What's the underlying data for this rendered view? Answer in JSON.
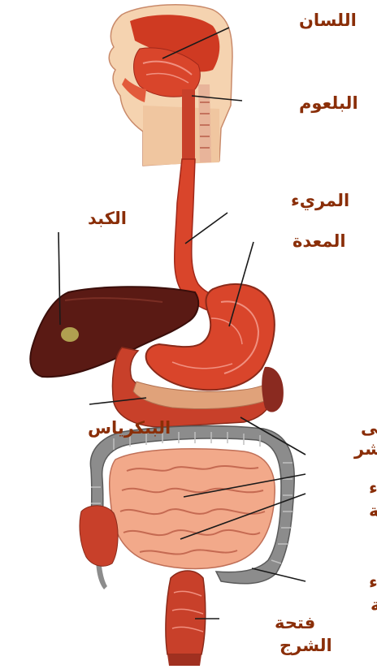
{
  "labels": {
    "tongue": "اللسان",
    "pharynx": "البلعوم",
    "esophagus": "المريء",
    "stomach": "المعدة",
    "liver": "الكبد",
    "pancreas": "البنكرياس",
    "duodenum_line1": "الإثنى",
    "duodenum_line2": "عشر",
    "small_intestine_line1": "الأمعاء",
    "small_intestine_line2": "الدقيقة",
    "large_intestine_line1": "الأمعاء",
    "large_intestine_line2": "الغليظة",
    "anus_line1": "فتحة",
    "anus_line2": "الشرج"
  },
  "colors": {
    "label_text": "#8a2e08",
    "leader_line": "#1a1a1a",
    "organ_red": "#d9452b",
    "liver": "#5a1a14",
    "colon": "#8c8c8c",
    "small_intestine": "#f2a98a",
    "skin": "#f5d3b0"
  }
}
